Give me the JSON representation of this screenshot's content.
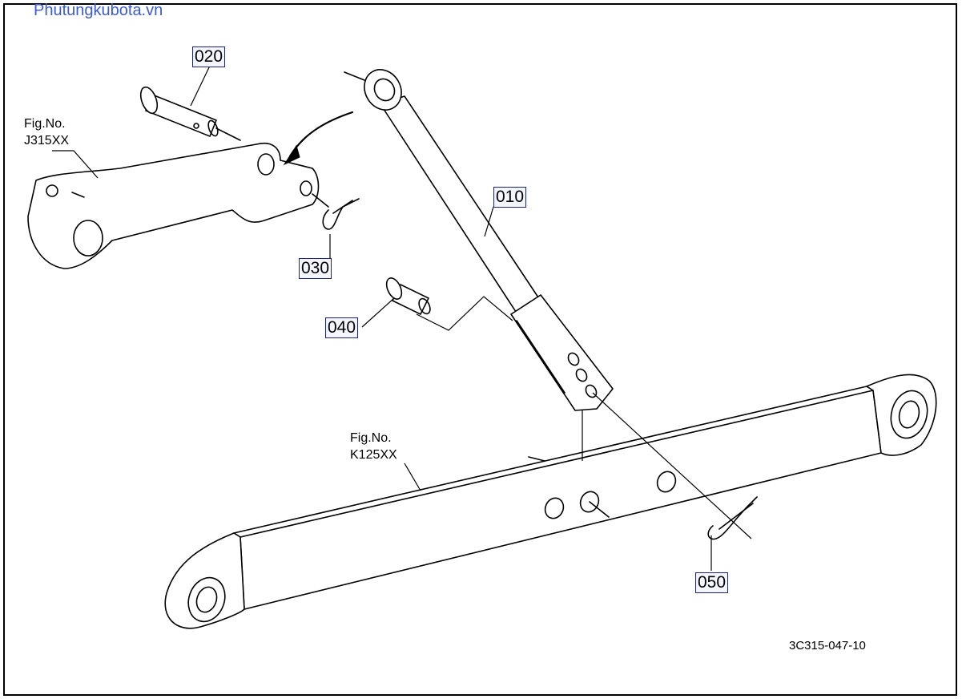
{
  "watermark": "Phutungkubota.vn",
  "parts": [
    {
      "id": "010",
      "label": "010"
    },
    {
      "id": "020",
      "label": "020"
    },
    {
      "id": "030",
      "label": "030"
    },
    {
      "id": "040",
      "label": "040"
    },
    {
      "id": "050",
      "label": "050"
    }
  ],
  "figure_refs": [
    {
      "line1": "Fig.No.",
      "line2": "J315XX"
    },
    {
      "line1": "Fig.No.",
      "line2": "K125XX"
    }
  ],
  "document_number": "3C315-047-10"
}
